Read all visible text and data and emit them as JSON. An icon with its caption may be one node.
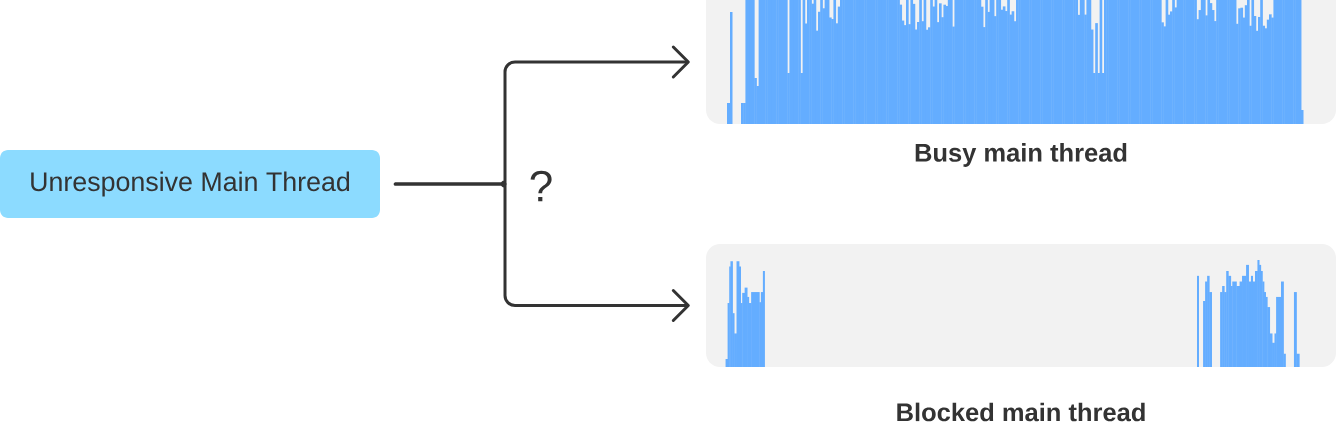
{
  "diagram": {
    "nodes": [
      {
        "text": [
          "Unresponsive Main Thread"
        ]
      },
      {
        "text": [],
        "shape": "picture",
        "beside": [
          "Busy main thread"
        ]
      },
      {
        "text": [],
        "shape": "picture",
        "beside": [
          "Blocked main thread"
        ]
      }
    ],
    "edges": [
      {
        "from": 0,
        "to": 1,
        "arrow": "to"
      },
      {
        "from": 0,
        "to": 2,
        "arrow": "to"
      }
    ],
    "labels": [
      "?"
    ]
  }
}
